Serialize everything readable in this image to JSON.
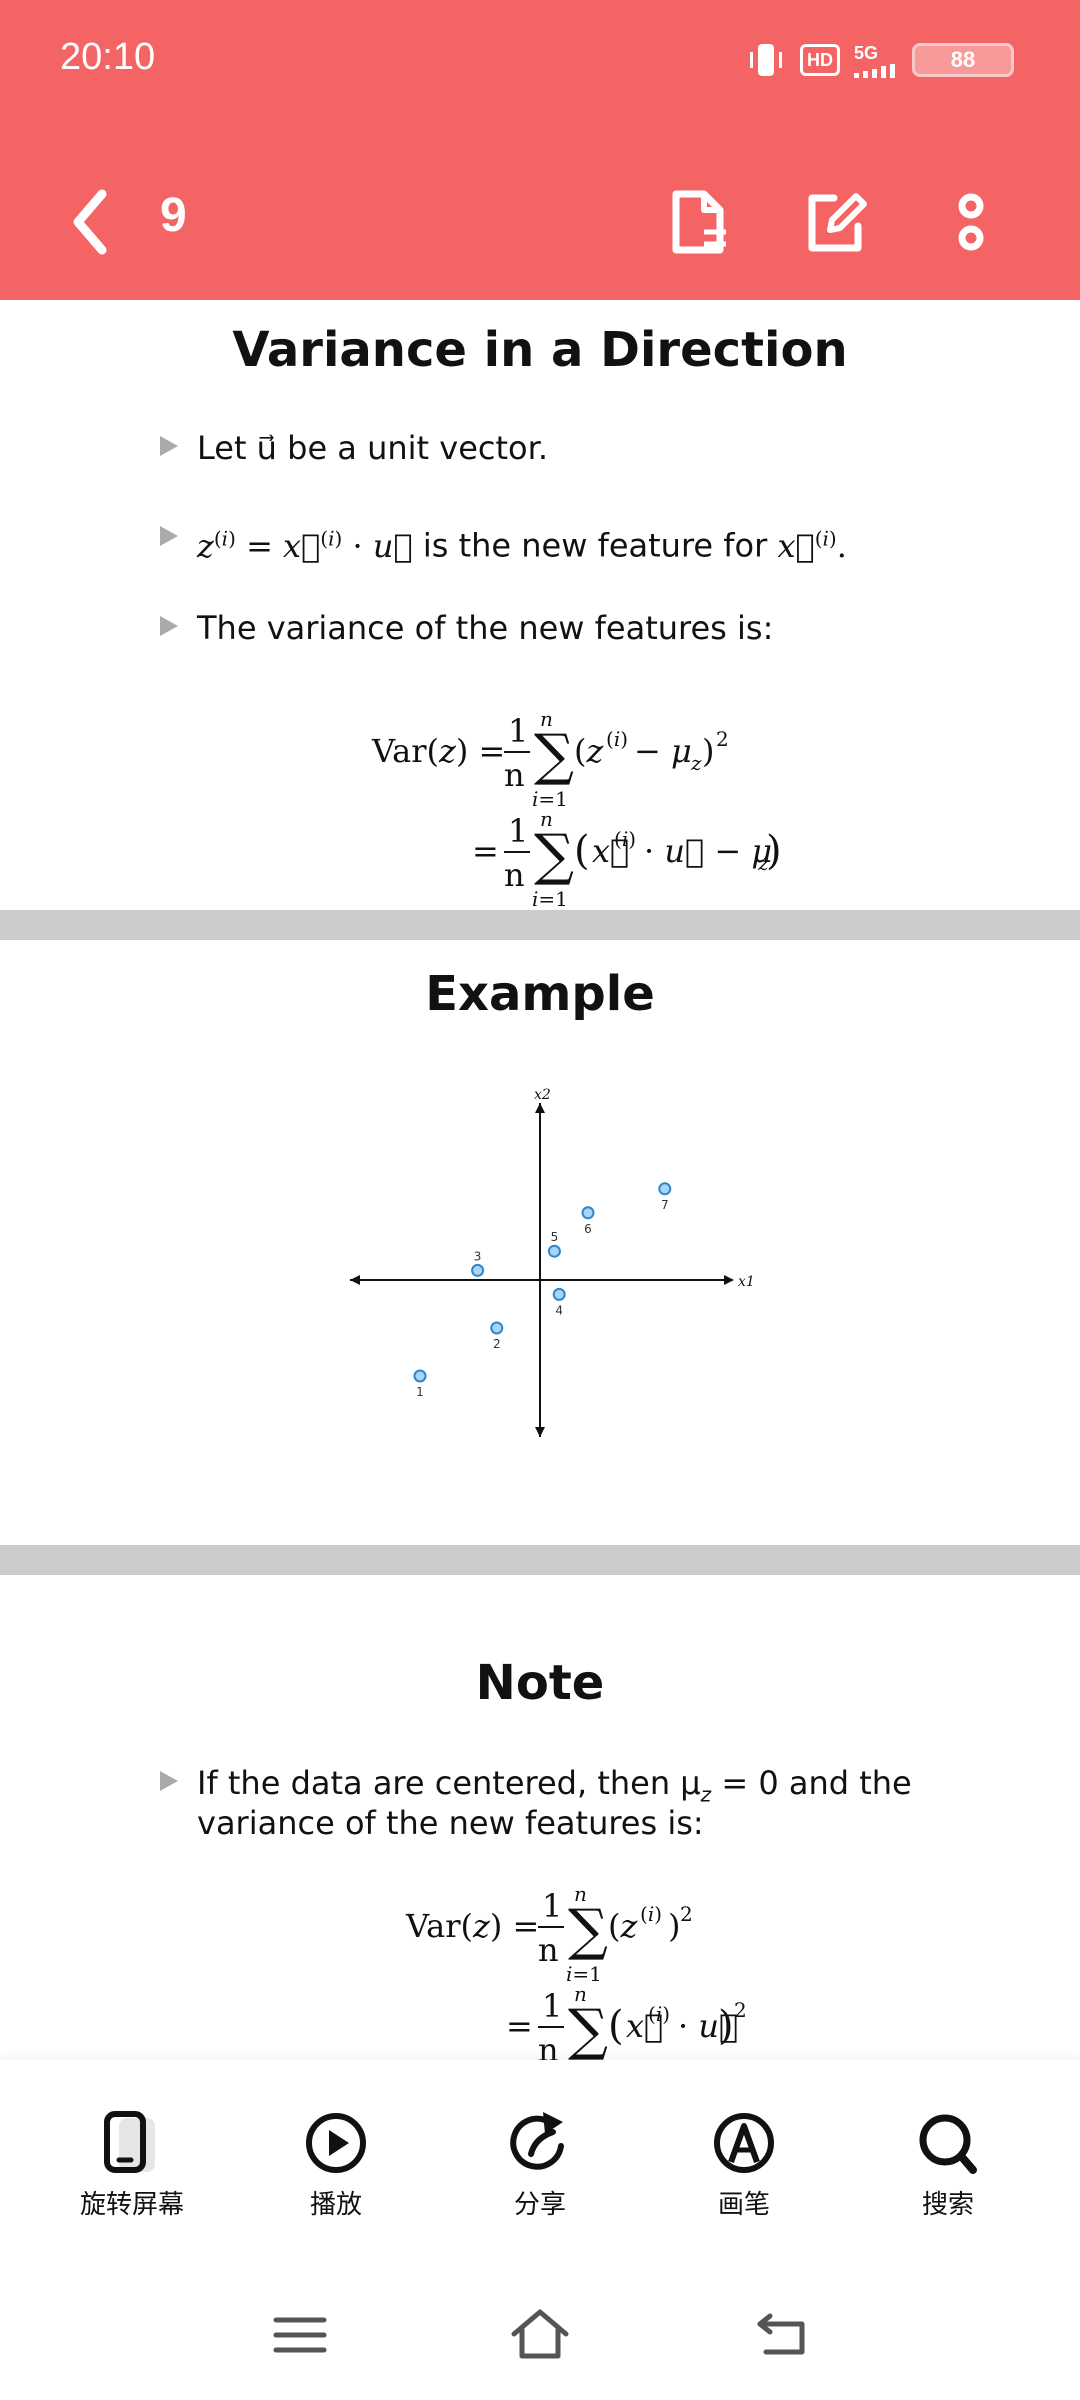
{
  "status_bar": {
    "time": "20:10",
    "hd_label": "HD",
    "network_label": "5G",
    "battery": "88"
  },
  "header": {
    "page_number": "9"
  },
  "slides": {
    "variance": {
      "title": "Variance in a Direction",
      "bullet1": "Let u⃗ be a unit vector.",
      "bullet2_tail": "is the new feature for",
      "bullet3": "The variance of the new features is:"
    },
    "example": {
      "title": "Example"
    },
    "note": {
      "title": "Note",
      "bullet1_line1": "If the data are centered, then μ",
      "bullet1_line1_tail": " = 0 and the",
      "bullet1_line2": "variance of the new features is:"
    }
  },
  "chart_data": {
    "type": "scatter",
    "xlabel": "x1",
    "ylabel": "x2",
    "xlim": [
      -4,
      4
    ],
    "ylim": [
      -4,
      4
    ],
    "grid": false,
    "points": [
      {
        "label": "1",
        "x": -2.5,
        "y": -2.0
      },
      {
        "label": "2",
        "x": -0.9,
        "y": -1.0
      },
      {
        "label": "3",
        "x": -1.3,
        "y": 0.2
      },
      {
        "label": "4",
        "x": 0.4,
        "y": -0.3
      },
      {
        "label": "5",
        "x": 0.3,
        "y": 0.6
      },
      {
        "label": "6",
        "x": 1.0,
        "y": 1.4
      },
      {
        "label": "7",
        "x": 2.6,
        "y": 1.9
      }
    ]
  },
  "toolbar": {
    "items": [
      {
        "label": "旋转屏幕",
        "icon": "rotate-screen-icon"
      },
      {
        "label": "播放",
        "icon": "play-icon"
      },
      {
        "label": "分享",
        "icon": "share-icon"
      },
      {
        "label": "画笔",
        "icon": "pen-icon"
      },
      {
        "label": "搜索",
        "icon": "search-icon"
      }
    ]
  },
  "colors": {
    "accent": "#f56464",
    "separator": "#cccccc",
    "point_fill": "#a9d4f5",
    "point_stroke": "#2f86c9"
  }
}
